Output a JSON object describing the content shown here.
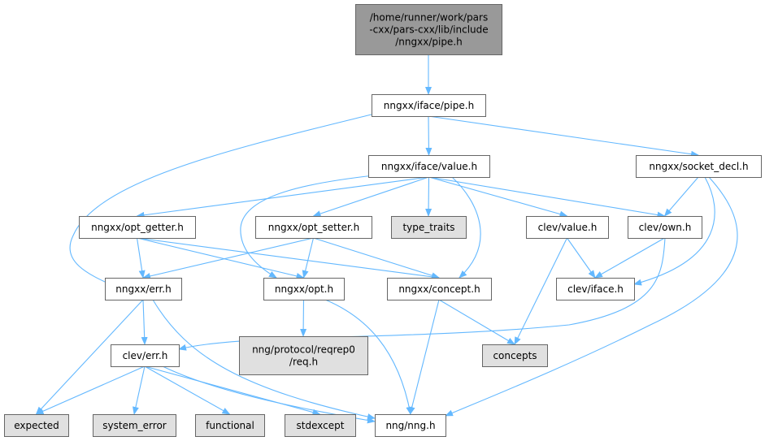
{
  "title": "Include dependency graph for pipe.h",
  "colors": {
    "edge": "#63b8ff",
    "root_fill": "#999999",
    "system_fill": "#e0e0e0",
    "project_fill": "#ffffff"
  },
  "nodes": [
    {
      "id": "root",
      "lines": [
        "/home/runner/work/pars",
        "-cxx/pars-cxx/lib/include",
        "/nngxx/pipe.h"
      ],
      "kind": "root"
    },
    {
      "id": "iface_pipe",
      "lines": [
        "nngxx/iface/pipe.h"
      ],
      "kind": "project"
    },
    {
      "id": "iface_value",
      "lines": [
        "nngxx/iface/value.h"
      ],
      "kind": "project"
    },
    {
      "id": "socket_decl",
      "lines": [
        "nngxx/socket_decl.h"
      ],
      "kind": "project"
    },
    {
      "id": "opt_getter",
      "lines": [
        "nngxx/opt_getter.h"
      ],
      "kind": "project"
    },
    {
      "id": "opt_setter",
      "lines": [
        "nngxx/opt_setter.h"
      ],
      "kind": "project"
    },
    {
      "id": "type_traits",
      "lines": [
        "type_traits"
      ],
      "kind": "system"
    },
    {
      "id": "clev_value",
      "lines": [
        "clev/value.h"
      ],
      "kind": "project"
    },
    {
      "id": "clev_own",
      "lines": [
        "clev/own.h"
      ],
      "kind": "project"
    },
    {
      "id": "err",
      "lines": [
        "nngxx/err.h"
      ],
      "kind": "project"
    },
    {
      "id": "opt",
      "lines": [
        "nngxx/opt.h"
      ],
      "kind": "project"
    },
    {
      "id": "concept",
      "lines": [
        "nngxx/concept.h"
      ],
      "kind": "project"
    },
    {
      "id": "clev_iface",
      "lines": [
        "clev/iface.h"
      ],
      "kind": "project"
    },
    {
      "id": "clev_err",
      "lines": [
        "clev/err.h"
      ],
      "kind": "project"
    },
    {
      "id": "reqrep0",
      "lines": [
        "nng/protocol/reqrep0",
        "/req.h"
      ],
      "kind": "system"
    },
    {
      "id": "concepts",
      "lines": [
        "concepts"
      ],
      "kind": "system"
    },
    {
      "id": "expected",
      "lines": [
        "expected"
      ],
      "kind": "system"
    },
    {
      "id": "system_error",
      "lines": [
        "system_error"
      ],
      "kind": "system"
    },
    {
      "id": "functional",
      "lines": [
        "functional"
      ],
      "kind": "system"
    },
    {
      "id": "stdexcept",
      "lines": [
        "stdexcept"
      ],
      "kind": "system"
    },
    {
      "id": "nng",
      "lines": [
        "nng/nng.h"
      ],
      "kind": "project"
    }
  ],
  "edges": [
    [
      "root",
      "iface_pipe"
    ],
    [
      "iface_pipe",
      "err"
    ],
    [
      "iface_pipe",
      "iface_value"
    ],
    [
      "iface_pipe",
      "socket_decl"
    ],
    [
      "iface_value",
      "opt_getter"
    ],
    [
      "iface_value",
      "opt_setter"
    ],
    [
      "iface_value",
      "type_traits"
    ],
    [
      "iface_value",
      "clev_value"
    ],
    [
      "iface_value",
      "clev_own"
    ],
    [
      "iface_value",
      "concept"
    ],
    [
      "iface_value",
      "opt"
    ],
    [
      "socket_decl",
      "clev_own"
    ],
    [
      "socket_decl",
      "clev_iface"
    ],
    [
      "socket_decl",
      "nng"
    ],
    [
      "opt_getter",
      "err"
    ],
    [
      "opt_getter",
      "opt"
    ],
    [
      "opt_getter",
      "concept"
    ],
    [
      "opt_setter",
      "err"
    ],
    [
      "opt_setter",
      "opt"
    ],
    [
      "opt_setter",
      "concept"
    ],
    [
      "clev_value",
      "clev_iface"
    ],
    [
      "clev_value",
      "concepts"
    ],
    [
      "clev_own",
      "clev_iface"
    ],
    [
      "clev_own",
      "clev_err"
    ],
    [
      "err",
      "clev_err"
    ],
    [
      "err",
      "expected"
    ],
    [
      "err",
      "nng"
    ],
    [
      "opt",
      "reqrep0"
    ],
    [
      "opt",
      "nng"
    ],
    [
      "concept",
      "nng"
    ],
    [
      "concept",
      "concepts"
    ],
    [
      "clev_err",
      "expected"
    ],
    [
      "clev_err",
      "system_error"
    ],
    [
      "clev_err",
      "functional"
    ],
    [
      "clev_err",
      "stdexcept"
    ],
    [
      "clev_err",
      "nng"
    ]
  ]
}
